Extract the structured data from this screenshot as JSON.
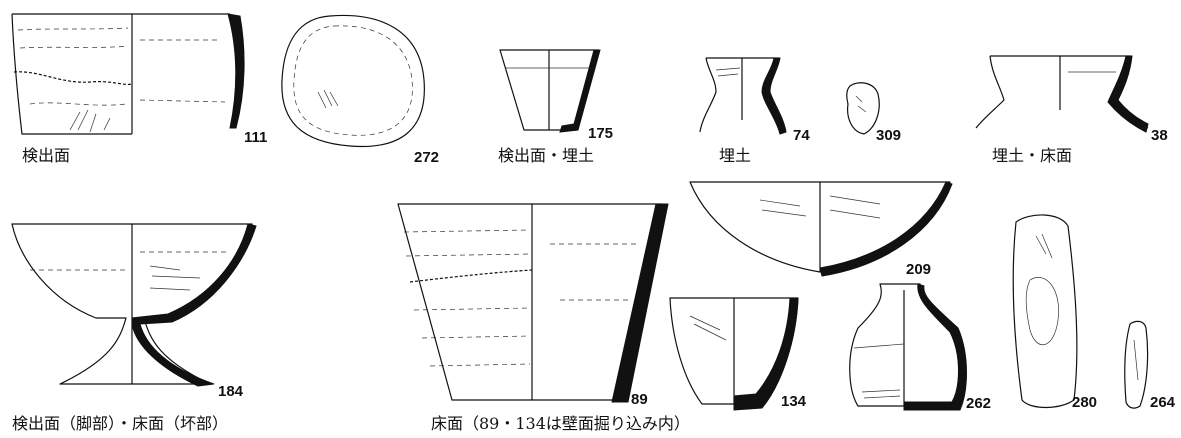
{
  "artifacts": [
    {
      "id": "111",
      "label": "111"
    },
    {
      "id": "272",
      "label": "272"
    },
    {
      "id": "175",
      "label": "175"
    },
    {
      "id": "74",
      "label": "74"
    },
    {
      "id": "309",
      "label": "309"
    },
    {
      "id": "38",
      "label": "38"
    },
    {
      "id": "184",
      "label": "184"
    },
    {
      "id": "89",
      "label": "89"
    },
    {
      "id": "209",
      "label": "209"
    },
    {
      "id": "134",
      "label": "134"
    },
    {
      "id": "262",
      "label": "262"
    },
    {
      "id": "280",
      "label": "280"
    },
    {
      "id": "264",
      "label": "264"
    }
  ],
  "captions": {
    "kenshutsu": "検出面",
    "kenshutsu_umetsuchi": "検出面・埋土",
    "umetsuchi": "埋土",
    "umetsuchi_yuka": "埋土・床面",
    "kyakubu_tsukibu": "検出面（脚部）・床面（坏部）",
    "yuka_89_134": "床面（89・134は壁面掘り込み内）"
  }
}
